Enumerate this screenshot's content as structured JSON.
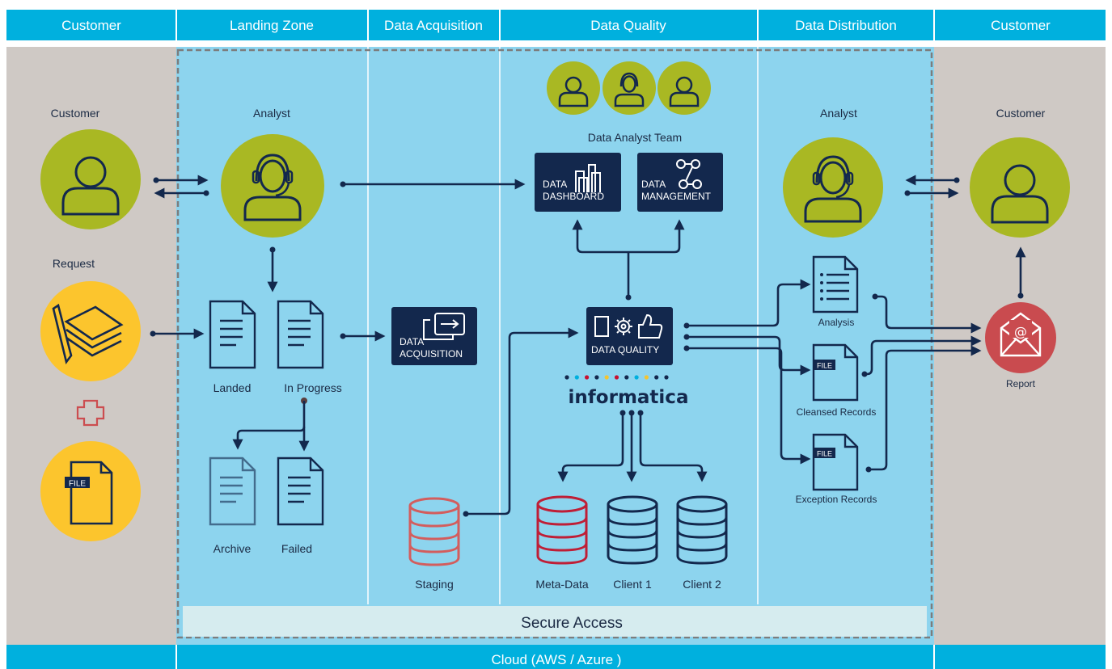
{
  "header": {
    "columns": [
      "Customer",
      "Landing Zone",
      "Data Acquisition",
      "Data Quality",
      "Data Distribution",
      "Customer"
    ]
  },
  "footer": {
    "cloud": "Cloud (AWS / Azure )"
  },
  "secure_access": "Secure Access",
  "customer_left": {
    "label": "Customer",
    "request": "Request",
    "file_tag": "FILE"
  },
  "landing": {
    "analyst": "Analyst",
    "landed": "Landed",
    "in_progress": "In Progress",
    "archive": "Archive",
    "failed": "Failed"
  },
  "acquisition": {
    "box_line1": "DATA",
    "box_line2": "ACQUISITION",
    "staging": "Staging"
  },
  "quality": {
    "team": "Data Analyst Team",
    "dashboard_line1": "DATA",
    "dashboard_line2": "DASHBOARD",
    "management_line1": "DATA",
    "management_line2": "MANAGEMENT",
    "dq_box": "DATA QUALITY",
    "brand": "informatica",
    "brand_dot_colors": [
      "#13284d",
      "#00b0de",
      "#c8102e",
      "#13284d",
      "#f4c431",
      "#c8102e",
      "#13284d",
      "#00b0de",
      "#f4c431",
      "#13284d",
      "#13284d"
    ],
    "metadata": "Meta-Data",
    "client1": "Client 1",
    "client2": "Client 2"
  },
  "distribution": {
    "analyst": "Analyst",
    "analysis": "Analysis",
    "cleansed": "Cleansed Records",
    "exception": "Exception Records",
    "file_tag": "FILE"
  },
  "customer_right": {
    "label": "Customer",
    "report": "Report",
    "at": "@"
  },
  "colors": {
    "header": "#00b0de",
    "zone_blue": "#8dd4ee",
    "customer_grey": "#cfc9c5",
    "person_green": "#a9b823",
    "request_yellow": "#fcc52d",
    "dark_navy": "#13284d",
    "report_red": "#c94b4f",
    "staging_red": "#d35d5d",
    "metadata_red": "#bf1e36"
  },
  "icons": [
    "person-icon",
    "headset-person-icon",
    "papers-pen-icon",
    "plus-icon",
    "file-icon",
    "document-icon",
    "database-icon",
    "dashboard-icon",
    "network-icon",
    "gear-icon",
    "thumbs-up-icon",
    "envelope-icon"
  ]
}
